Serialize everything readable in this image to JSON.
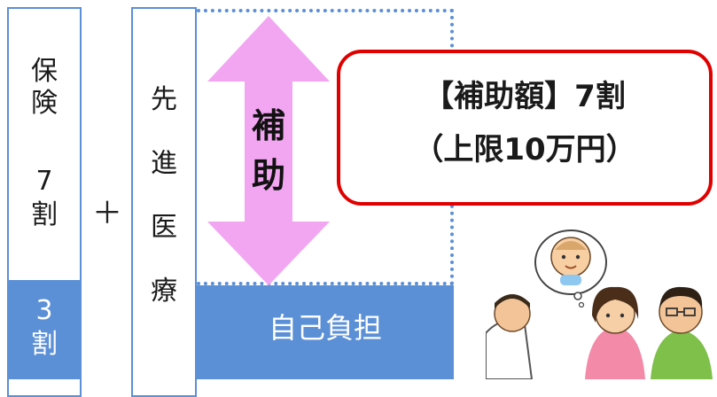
{
  "insurance": {
    "label_chars": [
      "保",
      "険"
    ],
    "pct_number": "7",
    "pct_unit": "割",
    "copay_number": "3",
    "copay_unit": "割"
  },
  "plus_sign": "＋",
  "advanced": {
    "label_chars": [
      "先",
      "進",
      "医",
      "療"
    ]
  },
  "subsidy_arrow": {
    "label_chars": [
      "補",
      "助"
    ],
    "color": "#f2a6f2"
  },
  "callout": {
    "line1": "【補助額】7割",
    "line2": "（上限10万円）",
    "border_color": "#e00000"
  },
  "self_pay": {
    "label": "自己負担"
  },
  "colors": {
    "box_border": "#5b8fd6",
    "fill_blue": "#5b8fd6",
    "dotted": "#5b8fd6"
  },
  "illustration": "consultation-family-icon"
}
